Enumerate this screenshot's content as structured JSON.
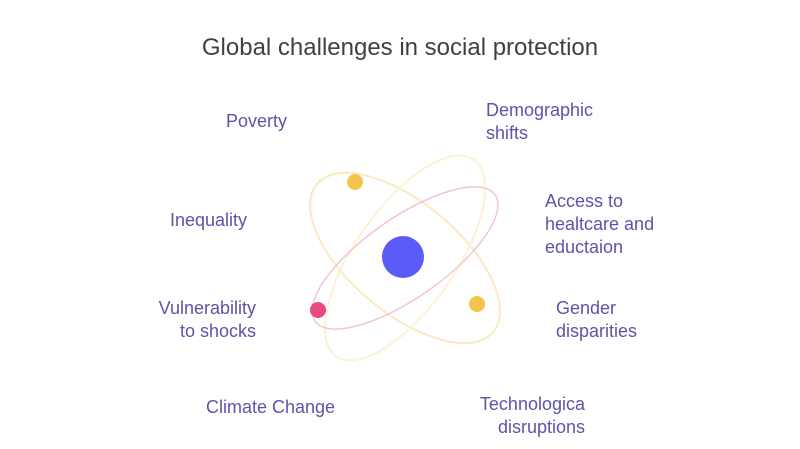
{
  "title": "Global challenges in social protection",
  "items": [
    {
      "id": "poverty",
      "text": "Poverty"
    },
    {
      "id": "demographic",
      "line1": "Demographic",
      "line2": "shifts"
    },
    {
      "id": "inequality",
      "text": "Inequality"
    },
    {
      "id": "access",
      "line1": "Access to",
      "line2": "healtcare and",
      "line3": "eductaion"
    },
    {
      "id": "vulnerability",
      "line1": "Vulnerability",
      "line2": "to shocks"
    },
    {
      "id": "gender",
      "line1": "Gender",
      "line2": "disparities"
    },
    {
      "id": "climate",
      "text": "Climate Change"
    },
    {
      "id": "tech",
      "line1": "Technologica",
      "line2": "disruptions"
    }
  ],
  "colors": {
    "nucleus": "#5b5bf7",
    "electron_yellow": "#f4c54d",
    "electron_pink": "#e84a7f",
    "orbit_pink": "#f3c5d3",
    "orbit_yellow": "#fbe9c0",
    "label": "#5b55a8"
  }
}
